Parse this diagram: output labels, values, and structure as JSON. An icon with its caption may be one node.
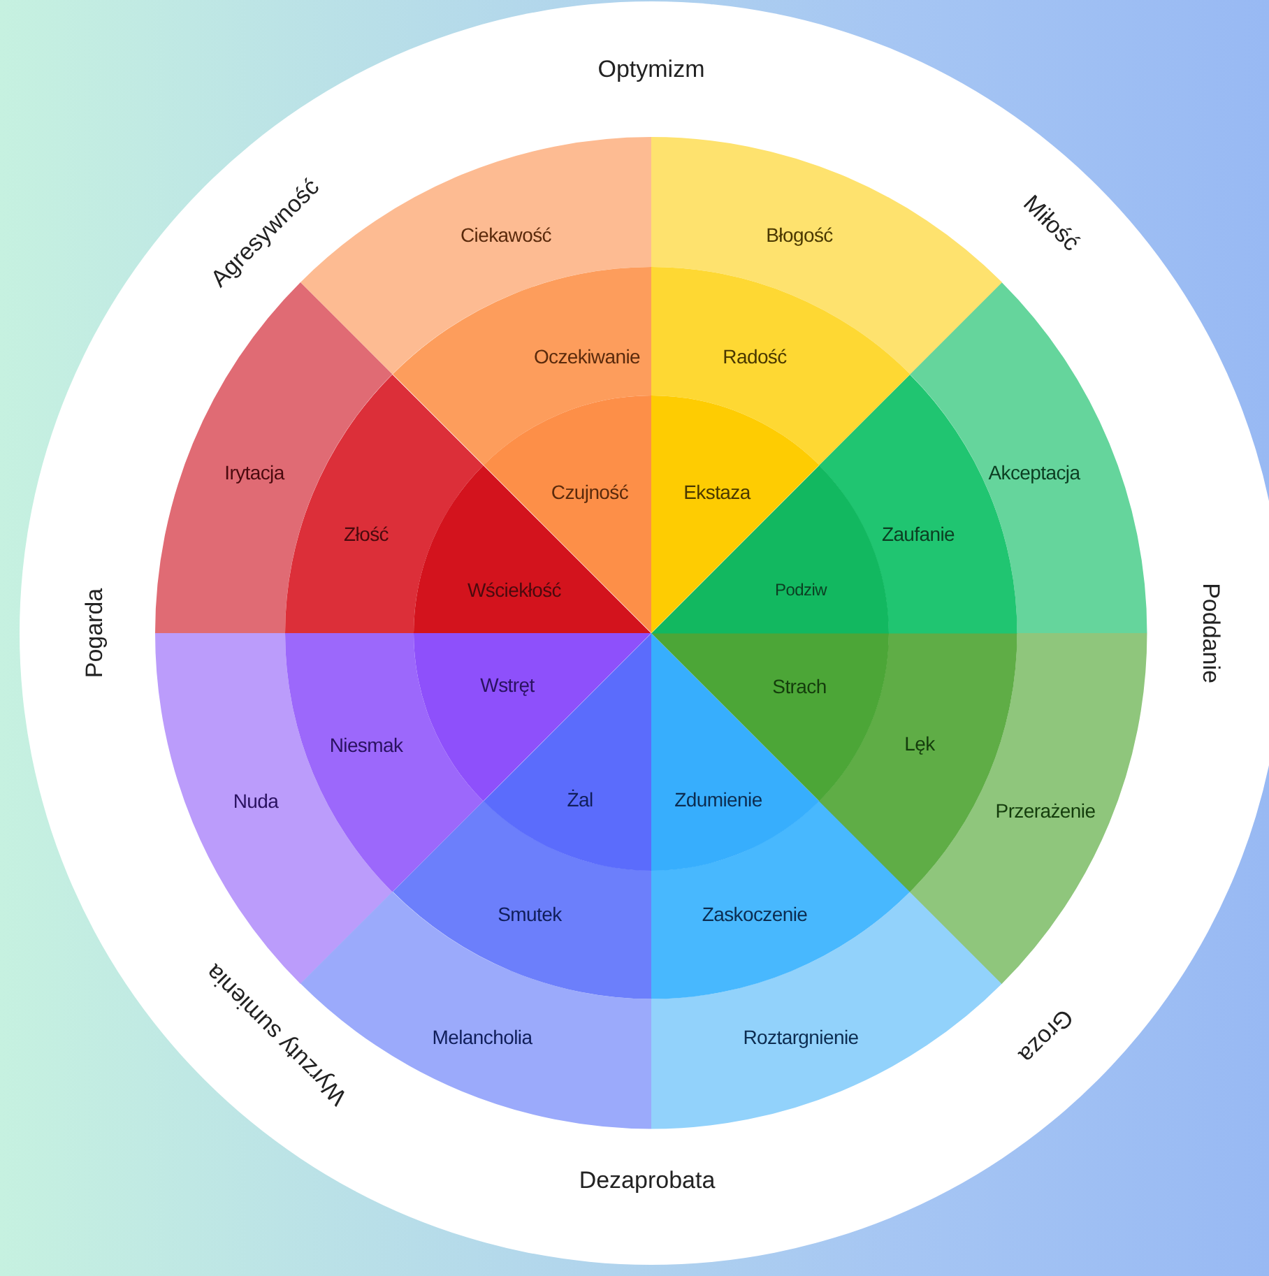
{
  "diagram": {
    "nodes": [
      {
        "text": [
          "Ciekawość"
        ]
      },
      {
        "text": [
          "Oczekiwanie"
        ]
      },
      {
        "text": [
          "Czujność"
        ]
      },
      {
        "text": [
          "Irytacja"
        ]
      },
      {
        "text": [
          "Złość"
        ]
      },
      {
        "text": [
          "Wściekłość"
        ]
      },
      {
        "text": [
          "Nuda"
        ]
      },
      {
        "text": [
          "Niesmak"
        ]
      },
      {
        "text": [
          "Wstręt"
        ]
      },
      {
        "text": [
          "Melancholia"
        ]
      },
      {
        "text": [
          "Smutek"
        ]
      },
      {
        "text": [
          "Żal"
        ]
      },
      {
        "text": [
          "Roztargnienie"
        ]
      },
      {
        "text": [
          "Zaskoczenie"
        ]
      },
      {
        "text": [
          "Zdumienie"
        ]
      },
      {
        "text": [
          "Przerażenie"
        ]
      },
      {
        "text": [
          "Lęk"
        ]
      },
      {
        "text": [
          "Strach"
        ]
      },
      {
        "text": [
          "Akceptacja"
        ]
      },
      {
        "text": [
          "Zaufanie"
        ]
      },
      {
        "text": [
          "Podziw"
        ]
      },
      {
        "text": [
          "Błogość"
        ]
      },
      {
        "text": [
          "Radość"
        ]
      },
      {
        "text": [
          "Ekstaza"
        ]
      }
    ],
    "labels": [
      "Optymizm",
      "Agresywność",
      "Miłość",
      "Pogarda",
      "Poddanie",
      "Wyrzuty sumienia",
      "Groza",
      "Dezaprobata"
    ]
  }
}
